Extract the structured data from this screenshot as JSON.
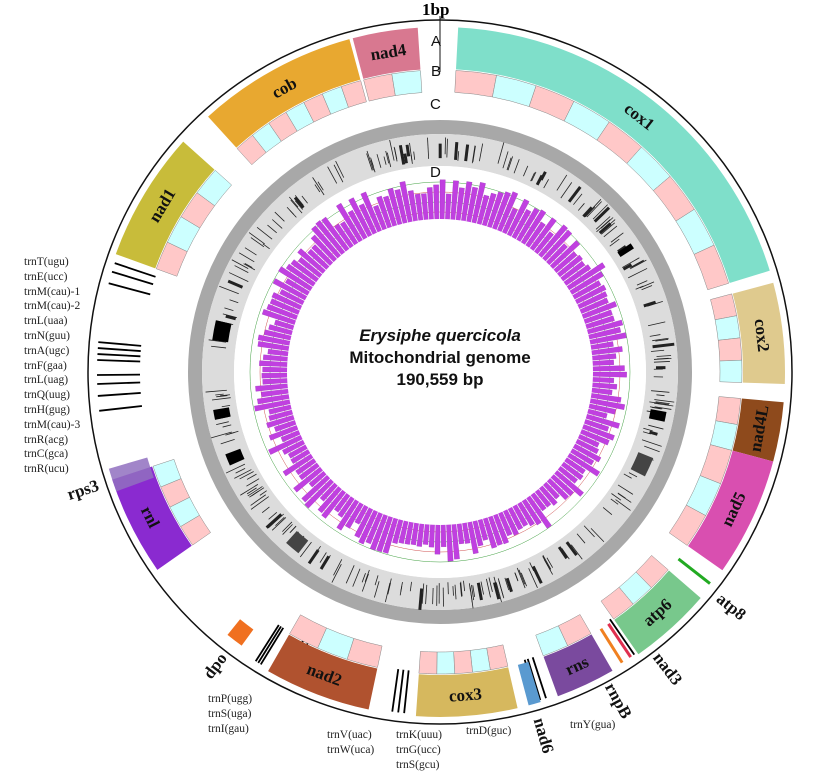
{
  "title": {
    "species": "Erysiphe quercicola",
    "subtitle": "Mitochondrial genome",
    "size": "190,559 bp"
  },
  "origin_label": "1bp",
  "genome_length": 190559,
  "rings": [
    "A",
    "B",
    "C",
    "D"
  ],
  "genes": [
    {
      "name": "cox1",
      "start": 1600,
      "end": 38600,
      "color": "#7fdfca",
      "label": "inside",
      "boxes": 9
    },
    {
      "name": "cox2",
      "start": 39700,
      "end": 48700,
      "color": "#dfca8e",
      "label": "inside",
      "boxes": 4
    },
    {
      "name": "nad4L",
      "start": 50300,
      "end": 55600,
      "color": "#8e4a1c",
      "label": "inside",
      "boxes": 2
    },
    {
      "name": "nad5",
      "start": 55600,
      "end": 66200,
      "color": "#d94fb0",
      "label": "inside",
      "boxes": 3
    },
    {
      "name": "atp8",
      "start": 67800,
      "end": 68600,
      "color": "#22aa22",
      "label": "outside",
      "boxes": 0
    },
    {
      "name": "atp6",
      "start": 69300,
      "end": 76700,
      "color": "#78c88c",
      "label": "inside",
      "boxes": 3
    },
    {
      "name": "nad3",
      "start": 77400,
      "end": 78000,
      "color": "#e03050",
      "label": "outside",
      "boxes": 0
    },
    {
      "name": "rnpB",
      "start": 78300,
      "end": 78700,
      "color": "#f08020",
      "label": "outside",
      "boxes": 0
    },
    {
      "name": "rns",
      "start": 79400,
      "end": 84700,
      "color": "#7a4a9e",
      "label": "inside",
      "boxes": 2
    },
    {
      "name": "nad6",
      "start": 86300,
      "end": 87400,
      "color": "#5a9ad0",
      "label": "outside",
      "boxes": 0
    },
    {
      "name": "cox3",
      "start": 88400,
      "end": 97400,
      "color": "#d6b85e",
      "label": "inside",
      "boxes": 5
    },
    {
      "name": "nad2",
      "start": 101600,
      "end": 111100,
      "color": "#b0522f",
      "label": "inside",
      "boxes": 3
    },
    {
      "name": "dpo",
      "start": 114300,
      "end": 115900,
      "color": "#f07020",
      "label": "outside",
      "boxes": 0
    },
    {
      "name": "rnl",
      "start": 124400,
      "end": 133300,
      "color": "#8a2ad0",
      "label": "inside",
      "boxes": 4
    },
    {
      "name": "rps3",
      "start": 132200,
      "end": 134300,
      "color": "#9070c0",
      "label": "outside",
      "boxes": 0
    },
    {
      "name": "nad1",
      "start": 153500,
      "end": 165100,
      "color": "#c8bc3a",
      "label": "inside",
      "boxes": 4
    },
    {
      "name": "cob",
      "start": 168200,
      "end": 182500,
      "color": "#e8a830",
      "label": "inside",
      "boxes": 7
    },
    {
      "name": "nad4",
      "start": 182800,
      "end": 188600,
      "color": "#d87890",
      "label": "inside",
      "boxes": 2
    }
  ],
  "trna_groups": {
    "left": [
      "trnT(ugu)",
      "trnE(ucc)",
      "trnM(cau)-1",
      "trnM(cau)-2",
      "trnL(uaa)",
      "trnN(guu)",
      "trnA(ugc)",
      "trnF(gaa)",
      "trnL(uag)",
      "trnQ(uug)",
      "trnH(gug)",
      "trnM(cau)-3",
      "trnR(acg)",
      "trnC(gca)",
      "trnR(ucu)"
    ],
    "pSI": [
      "trnP(ugg)",
      "trnS(uga)",
      "trnI(gau)"
    ],
    "vw": [
      "trnV(uac)",
      "trnW(uca)"
    ],
    "kgs": [
      "trnK(uuu)",
      "trnG(ucc)",
      "trnS(gcu)"
    ],
    "d": [
      "trnD(guc)"
    ],
    "y": [
      "trnY(gua)"
    ]
  },
  "colors": {
    "box_pink": "#ffc8c8",
    "box_cyan": "#ccffff",
    "histogram": "#c040e0",
    "ring_gray": "#a8a8a8"
  }
}
